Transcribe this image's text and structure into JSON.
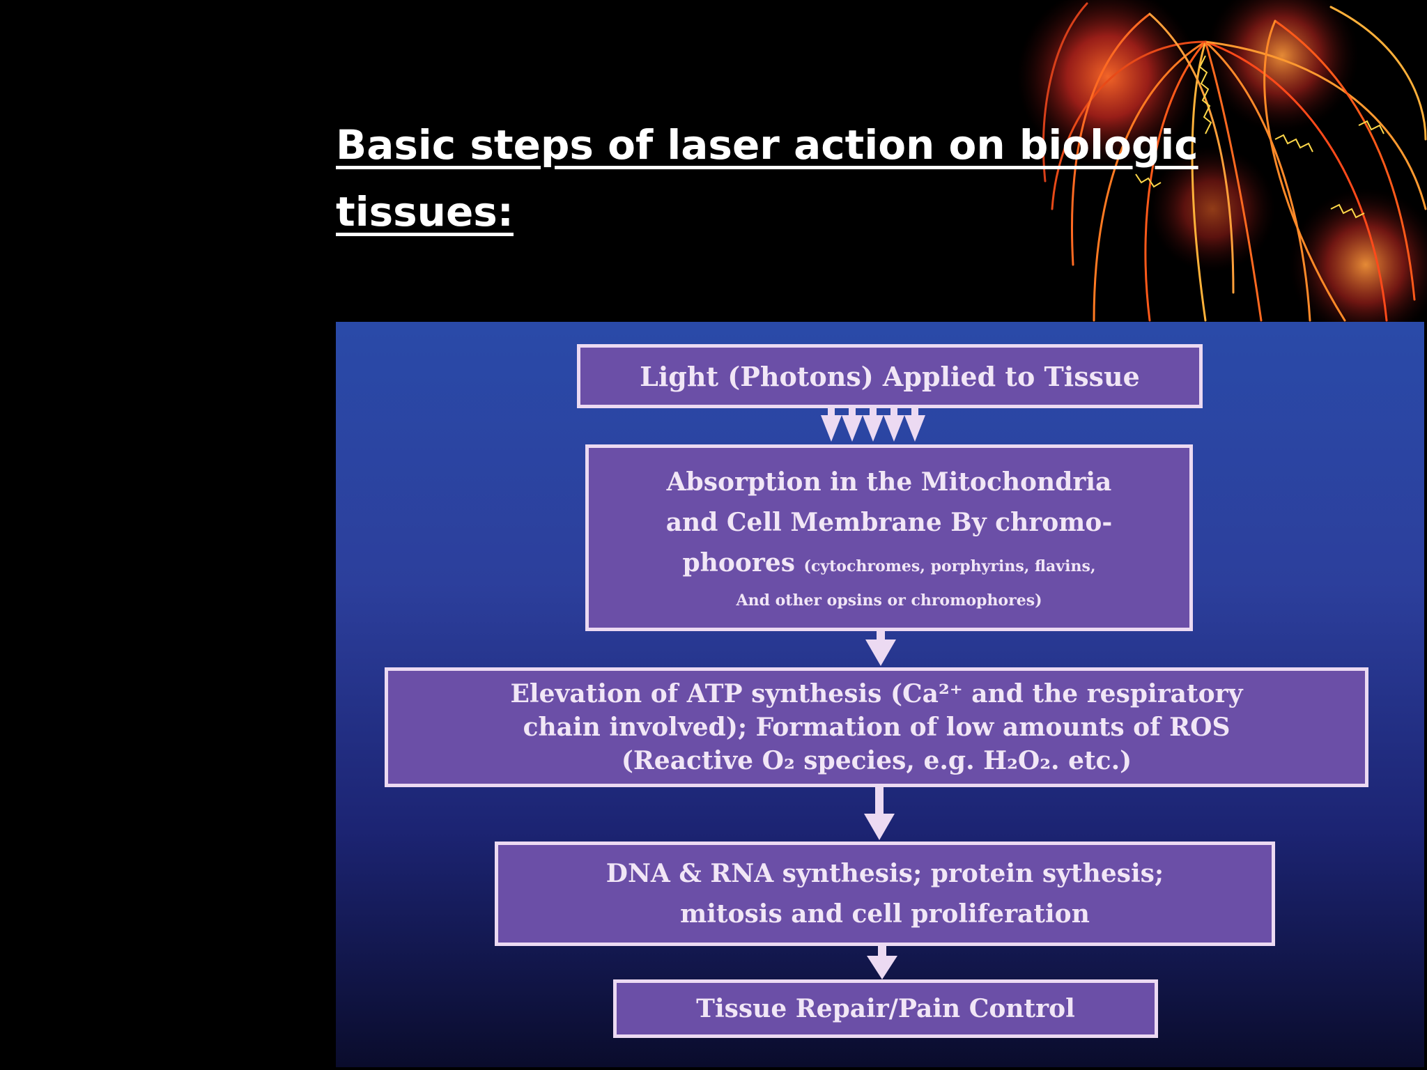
{
  "slide": {
    "title": "Basic steps of laser action on biologic tissues:"
  },
  "flowchart": {
    "steps": [
      {
        "lines": [
          "Light (Photons) Applied to Tissue"
        ]
      },
      {
        "lines": [
          "Absorption in the Mitochondria",
          "and Cell Membrane By chromo-"
        ],
        "line3_big": "phoores",
        "line3_small": "(cytochromes, porphyrins, flavins,",
        "line4_small": "And other opsins or chromophores)"
      },
      {
        "lines": [
          "Elevation of ATP synthesis (Ca²⁺ and the respiratory",
          "chain involved); Formation of low amounts of ROS",
          "(Reactive O₂ species, e.g. H₂O₂. etc.)"
        ]
      },
      {
        "lines": [
          "DNA & RNA synthesis; protein sythesis;",
          "mitosis and cell proliferation"
        ]
      },
      {
        "lines": [
          "Tissue Repair/Pain Control"
        ]
      }
    ]
  },
  "colors": {
    "background": "#000000",
    "box_fill": "#6b4fa7",
    "box_border": "#ecdaf2",
    "panel_top": "#2a4aa8",
    "panel_bottom": "#0a0c2c"
  }
}
